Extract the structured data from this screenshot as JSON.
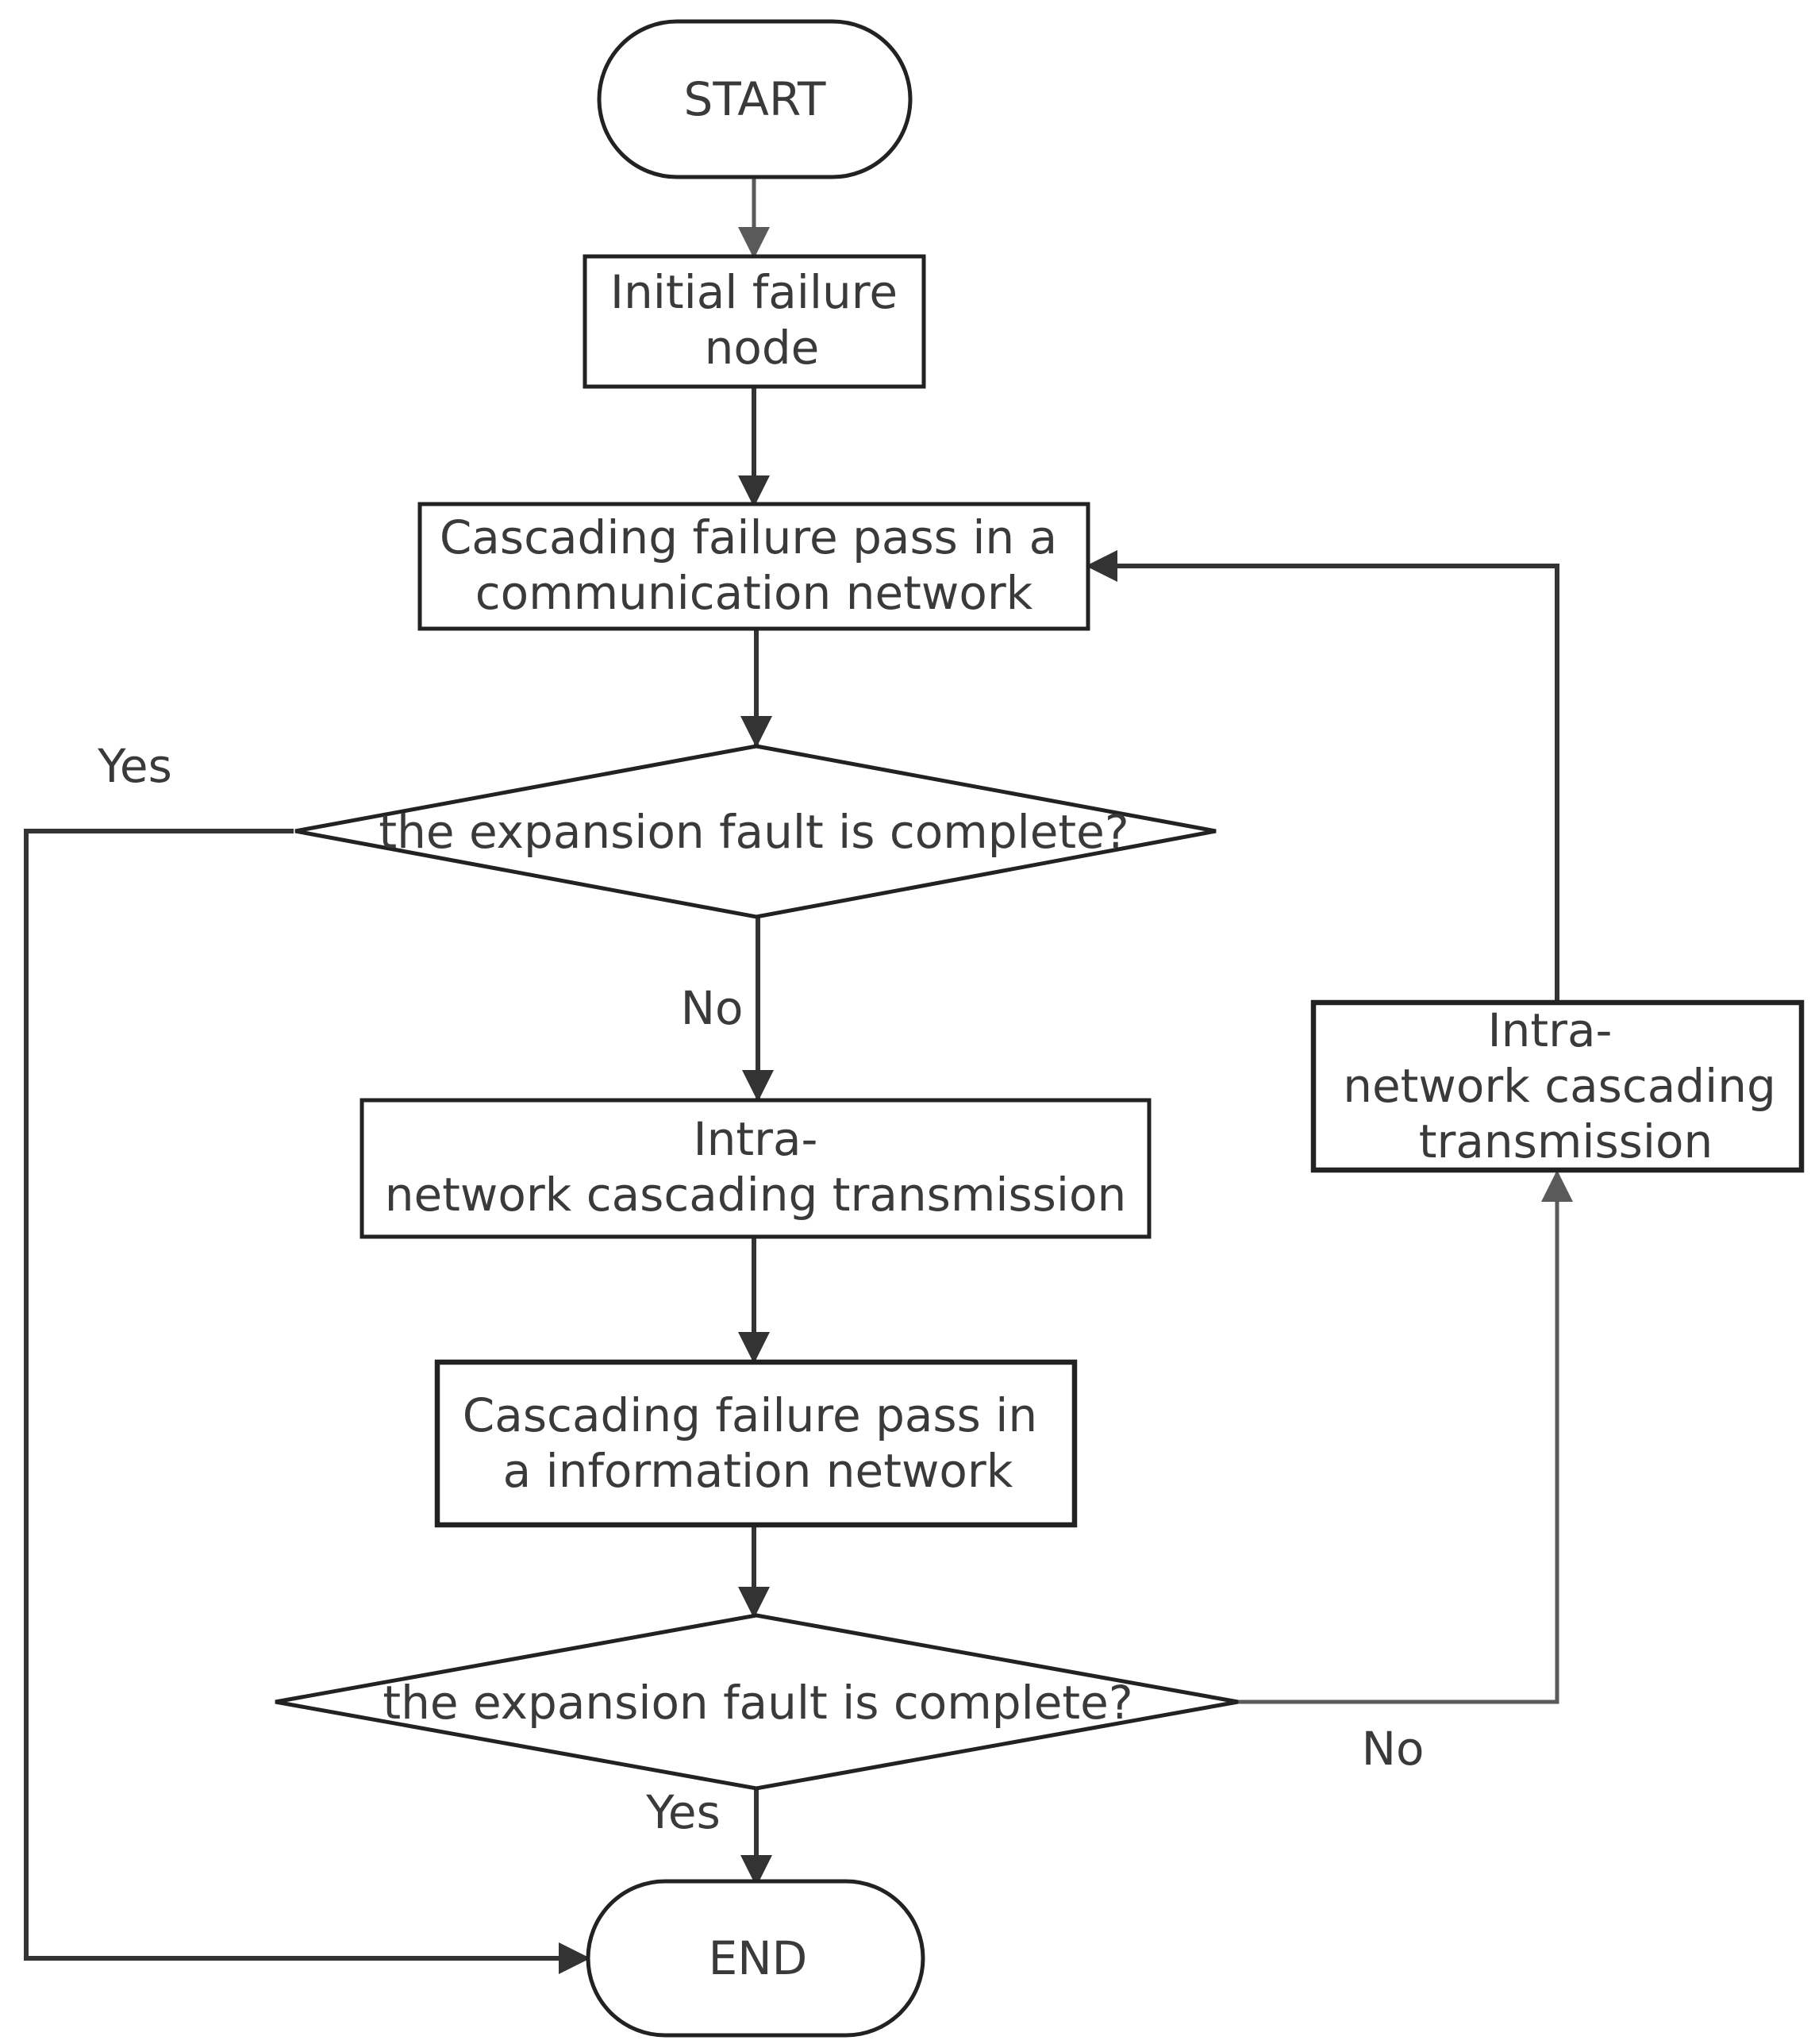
{
  "nodes": {
    "start": {
      "label": "START"
    },
    "initial_failure": {
      "line1": "Initial failure",
      "line2": "node"
    },
    "comm_network": {
      "line1": "Cascading failure pass in a",
      "line2": "communication network"
    },
    "decision1": {
      "label": "the expansion fault is complete?"
    },
    "intra_center": {
      "line1": "Intra-",
      "line2": "network cascading transmission"
    },
    "info_network": {
      "line1": "Cascading failure pass in",
      "line2": "a information network"
    },
    "decision2": {
      "label": "the expansion fault is complete?"
    },
    "intra_right": {
      "line1": "Intra-",
      "line2": "network cascading",
      "line3": "transmission"
    },
    "end": {
      "label": "END"
    }
  },
  "edges": {
    "d1_yes": "Yes",
    "d1_no": "No",
    "d2_yes": "Yes",
    "d2_no": "No"
  }
}
